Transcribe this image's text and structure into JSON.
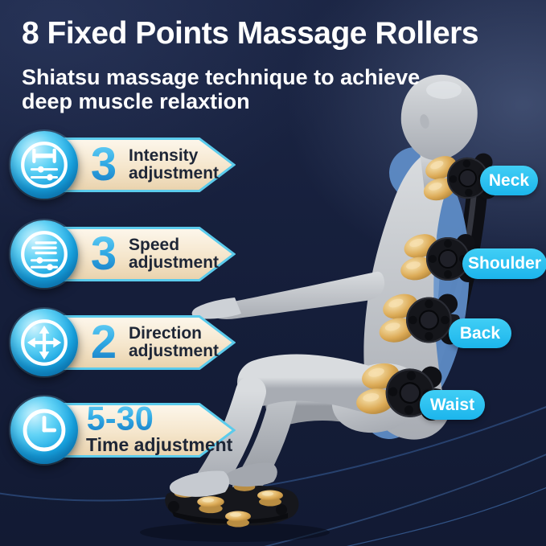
{
  "header": {
    "title": "8 Fixed Points Massage Rollers",
    "subtitle_line1": "Shiatsu massage technique to achieve",
    "subtitle_line2": "deep muscle relaxtion"
  },
  "features": [
    {
      "icon": "intensity-icon",
      "value": "3",
      "label_line1": "Intensity",
      "label_line2": "adjustment"
    },
    {
      "icon": "speed-icon",
      "value": "3",
      "label_line1": "Speed",
      "label_line2": "adjustment"
    },
    {
      "icon": "direction-icon",
      "value": "2",
      "label_line1": "Direction",
      "label_line2": "adjustment"
    },
    {
      "icon": "time-icon",
      "value": "5-30",
      "label_line1": "Time adjustment",
      "label_line2": ""
    }
  ],
  "body_labels": [
    {
      "text": "Neck"
    },
    {
      "text": "Shoulder"
    },
    {
      "text": "Back"
    },
    {
      "text": "Waist"
    }
  ],
  "illustration": {
    "subject": "gray mannequin seated with back against 8 fixed-point massage rollers and feet on foot rollers",
    "roller_zones": [
      "Neck",
      "Shoulder",
      "Back",
      "Waist"
    ]
  },
  "colors": {
    "background_navy": "#151e3a",
    "accent_cyan": "#2cc3f0",
    "banner_cream": "#f5e7cf",
    "banner_border_cyan": "#5bcbec",
    "number_blue": "#2196d6",
    "roller_gold": "#d9ab5f",
    "mannequin_gray": "#c3c7cc",
    "back_pad_blue": "#5e8cc6",
    "text_dark": "#1e2636",
    "text_white": "#ffffff"
  }
}
